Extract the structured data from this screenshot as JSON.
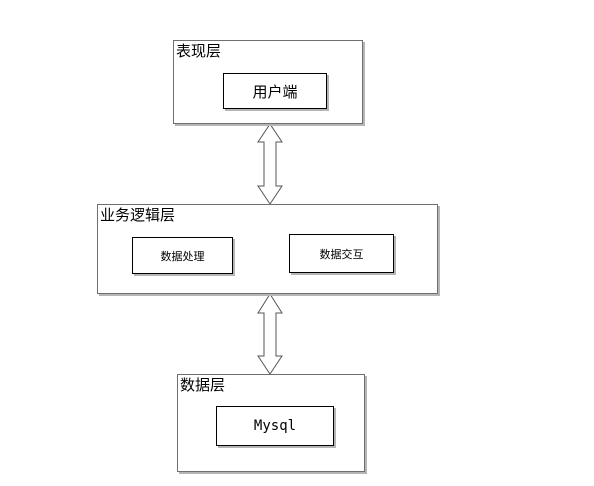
{
  "layers": {
    "presentation": {
      "title": "表现层",
      "items": [
        "用户端"
      ]
    },
    "business": {
      "title": "业务逻辑层",
      "items": [
        "数据处理",
        "数据交互"
      ]
    },
    "data": {
      "title": "数据层",
      "items": [
        "Mysql"
      ]
    }
  },
  "connectors": [
    {
      "from": "presentation",
      "to": "business",
      "style": "double-headed-block-arrow"
    },
    {
      "from": "business",
      "to": "data",
      "style": "double-headed-block-arrow"
    }
  ],
  "colors": {
    "border": "#6f6f6f",
    "shadow": "#b5b5b5",
    "arrow_fill": "#ffffff",
    "arrow_stroke": "#555555"
  }
}
